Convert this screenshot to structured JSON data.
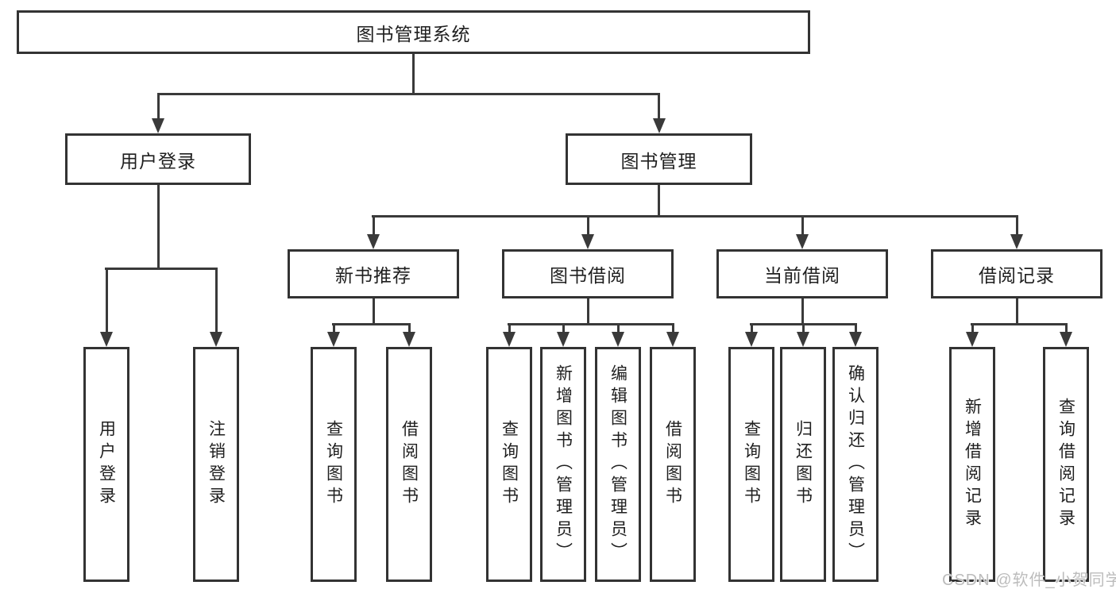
{
  "tree": {
    "root": {
      "label": "图书管理系统"
    },
    "branches": [
      {
        "label": "用户登录",
        "children": [
          {
            "label": "用户登录"
          },
          {
            "label": "注销登录"
          }
        ]
      },
      {
        "label": "图书管理",
        "children": [
          {
            "label": "新书推荐",
            "children": [
              {
                "label": "查询图书"
              },
              {
                "label": "借阅图书"
              }
            ]
          },
          {
            "label": "图书借阅",
            "children": [
              {
                "label": "查询图书"
              },
              {
                "label": "新增图书（管理员）"
              },
              {
                "label": "编辑图书（管理员）"
              },
              {
                "label": "借阅图书"
              }
            ]
          },
          {
            "label": "当前借阅",
            "children": [
              {
                "label": "查询图书"
              },
              {
                "label": "归还图书"
              },
              {
                "label": "确认归还（管理员）"
              }
            ]
          },
          {
            "label": "借阅记录",
            "children": [
              {
                "label": "新增借阅记录"
              },
              {
                "label": "查询借阅记录"
              }
            ]
          }
        ]
      }
    ]
  },
  "watermark": {
    "text": "CSDN @软件_小贺同学"
  },
  "colors": {
    "line": "#3a3a3a",
    "box_border": "#333333",
    "text": "#1f1f1f",
    "watermark": "#bcbcbc",
    "background": "#ffffff"
  }
}
